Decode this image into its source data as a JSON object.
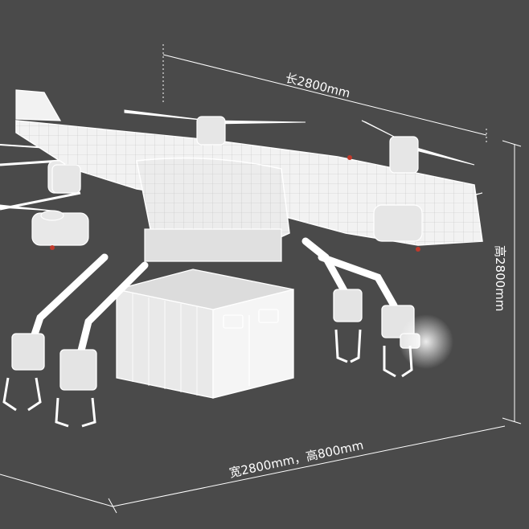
{
  "dimensions": {
    "length": "长2800mm",
    "height": "高2800mm",
    "width_height": "宽2800mm，高800mm"
  },
  "colors": {
    "background": "#4a4a4a",
    "line": "#ffffff",
    "body_fill": "#f2f2f2",
    "mesh": "#9a9a9a",
    "accent": "#c0392b"
  }
}
